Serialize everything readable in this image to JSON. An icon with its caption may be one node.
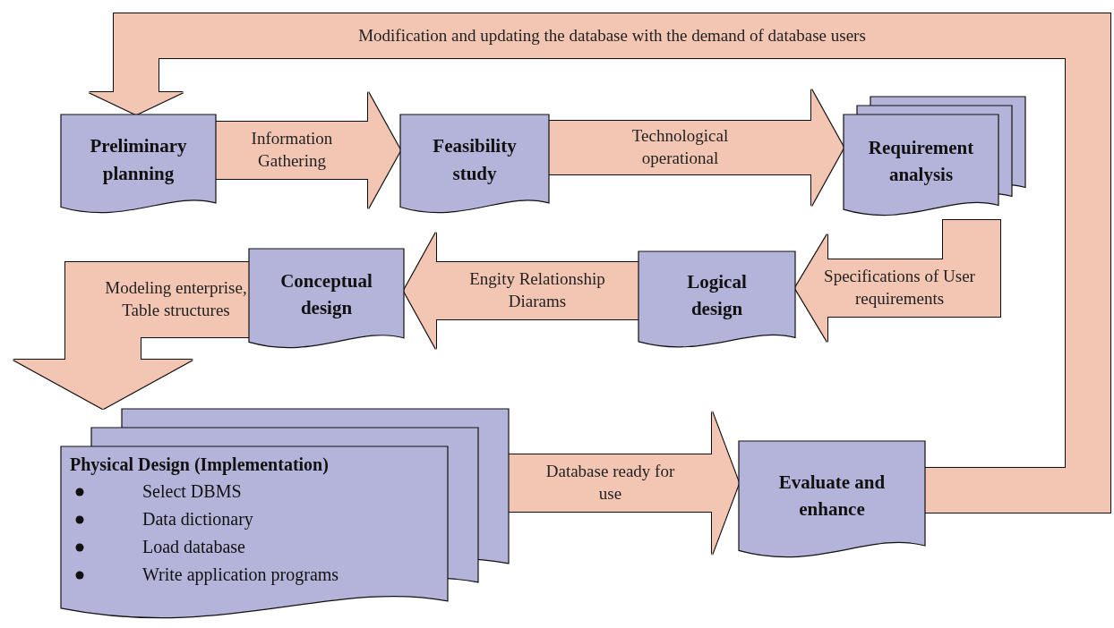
{
  "diagram": {
    "nodes": [
      {
        "text": [
          "Preliminary planning"
        ]
      },
      {
        "text": [
          "Feasibility study"
        ]
      },
      {
        "text": [
          "Requirement analysis"
        ]
      },
      {
        "text": [
          "Logical design"
        ]
      },
      {
        "text": [
          "Conceptual design"
        ]
      },
      {
        "text": [
          "Physical Design (Implementation)",
          "Select DBMS",
          "Data dictionary",
          "Load database",
          "Write application programs"
        ]
      },
      {
        "text": [
          "Evaluate and enhance"
        ]
      }
    ],
    "edges": [
      {
        "from": 0,
        "to": 1,
        "arrow": "to",
        "label": "Information Gathering"
      },
      {
        "from": 1,
        "to": 2,
        "arrow": "to",
        "label": "Technological operational"
      },
      {
        "from": 2,
        "to": 3,
        "arrow": "to",
        "label": "Specifications of User requirements"
      },
      {
        "from": 3,
        "to": 4,
        "arrow": "to",
        "label": "Engity Relationship Diarams"
      },
      {
        "from": 4,
        "to": 5,
        "arrow": "to",
        "label": "Modeling enterprise, Table structures"
      },
      {
        "from": 5,
        "to": 6,
        "arrow": "to",
        "label": "Database ready for use"
      },
      {
        "from": 6,
        "to": 0,
        "arrow": "to",
        "label": "Modification and updating the database with the demand of database users"
      }
    ]
  }
}
